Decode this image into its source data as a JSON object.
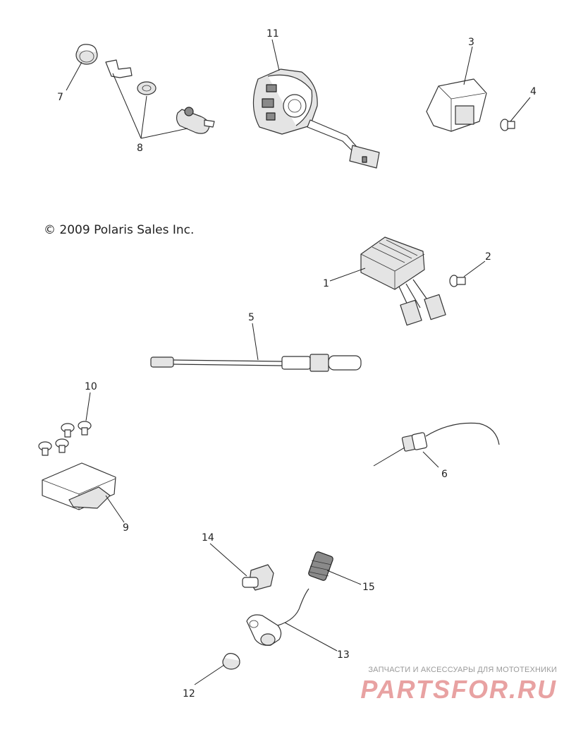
{
  "copyright": "© 2009 Polaris Sales Inc.",
  "callouts": [
    "1",
    "2",
    "3",
    "4",
    "5",
    "6",
    "7",
    "8",
    "9",
    "10",
    "11",
    "12",
    "13",
    "14",
    "15"
  ],
  "watermark": {
    "caption": "ЗАПЧАСТИ И АКСЕССУАРЫ ДЛЯ МОТОТЕХНИКИ",
    "logo": "PARTSFOR.RU"
  },
  "colors": {
    "line": "#333333",
    "watermark": "#e8a2a2"
  }
}
